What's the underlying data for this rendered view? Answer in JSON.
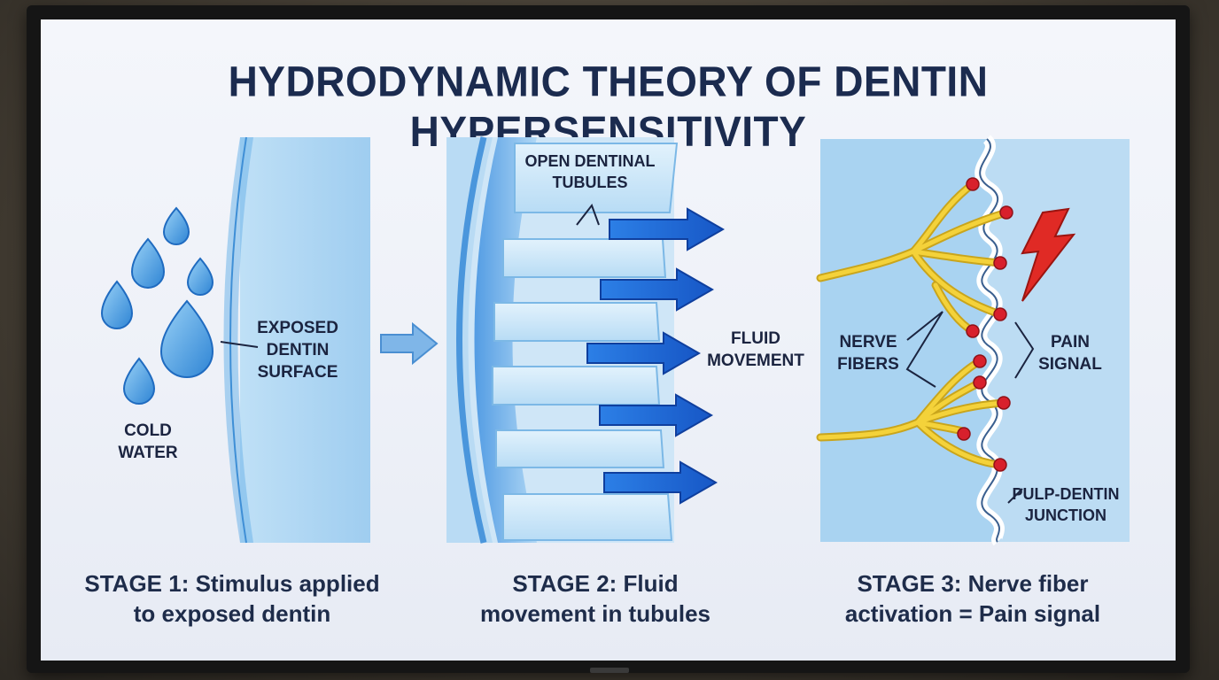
{
  "title": "HYDRODYNAMIC THEORY OF DENTIN HYPERSENSITIVITY",
  "stage1": {
    "caption_line1": "STAGE 1: Stimulus applied",
    "caption_line2": "to exposed dentin",
    "label_water_1": "COLD",
    "label_water_2": "WATER",
    "label_surface_1": "EXPOSED",
    "label_surface_2": "DENTIN",
    "label_surface_3": "SURFACE"
  },
  "stage2": {
    "caption_line1": "STAGE 2: Fluid",
    "caption_line2": "movement in tubules",
    "label_tubules_1": "OPEN DENTINAL",
    "label_tubules_2": "TUBULES",
    "label_fluid_1": "FLUID",
    "label_fluid_2": "MOVEMENT"
  },
  "stage3": {
    "caption_line1": "STAGE 3: Nerve fiber",
    "caption_line2": "activation = Pain signal",
    "label_nerve_1": "NERVE",
    "label_nerve_2": "FIBERS",
    "label_pain_1": "PAIN",
    "label_pain_2": "SIGNAL",
    "label_junction_1": "PULP-DENTIN",
    "label_junction_2": "JUNCTION"
  },
  "colors": {
    "title": "#1b2b4f",
    "arrow_blue": "#1f6fe0",
    "nerve_yellow": "#f4d23a",
    "node_red": "#d8202c",
    "lightning_red": "#e02a25",
    "panel_blue": "#a9d3f1"
  },
  "icons": [
    "water-drop-icon",
    "arrow-right-icon",
    "lightning-bolt-icon"
  ]
}
